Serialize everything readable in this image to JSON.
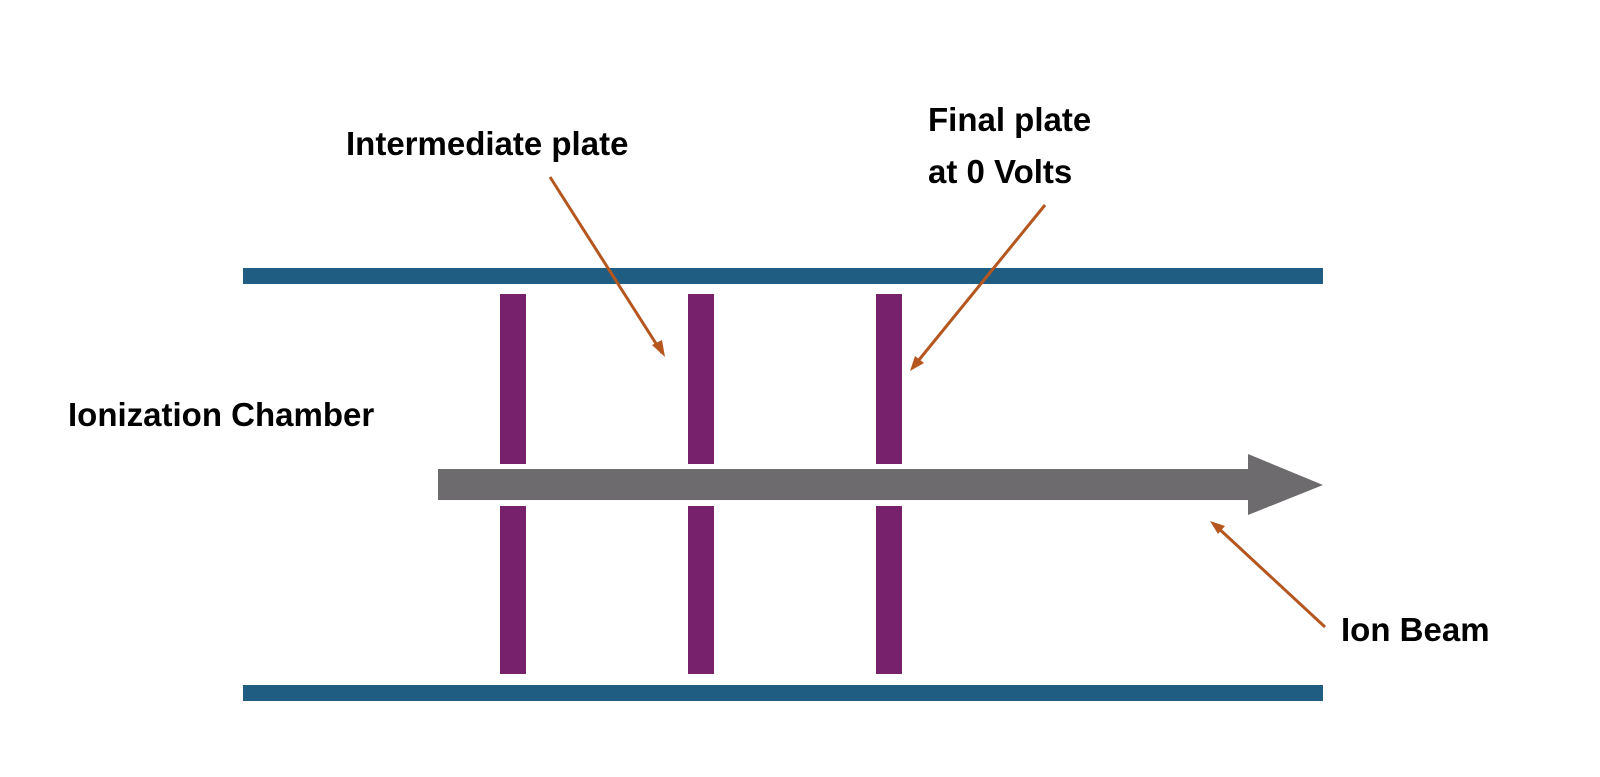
{
  "labels": {
    "intermediate_plate": "Intermediate plate",
    "final_plate_line1": "Final plate",
    "final_plate_line2": "at 0 Volts",
    "ionization_chamber": "Ionization Chamber",
    "ion_beam": "Ion Beam"
  },
  "colors": {
    "tube_wall": "#1f5d82",
    "plate": "#77206b",
    "beam": "#6d6b6d",
    "pointer": "#b5561f",
    "text": "#000000",
    "background": "#ffffff"
  }
}
